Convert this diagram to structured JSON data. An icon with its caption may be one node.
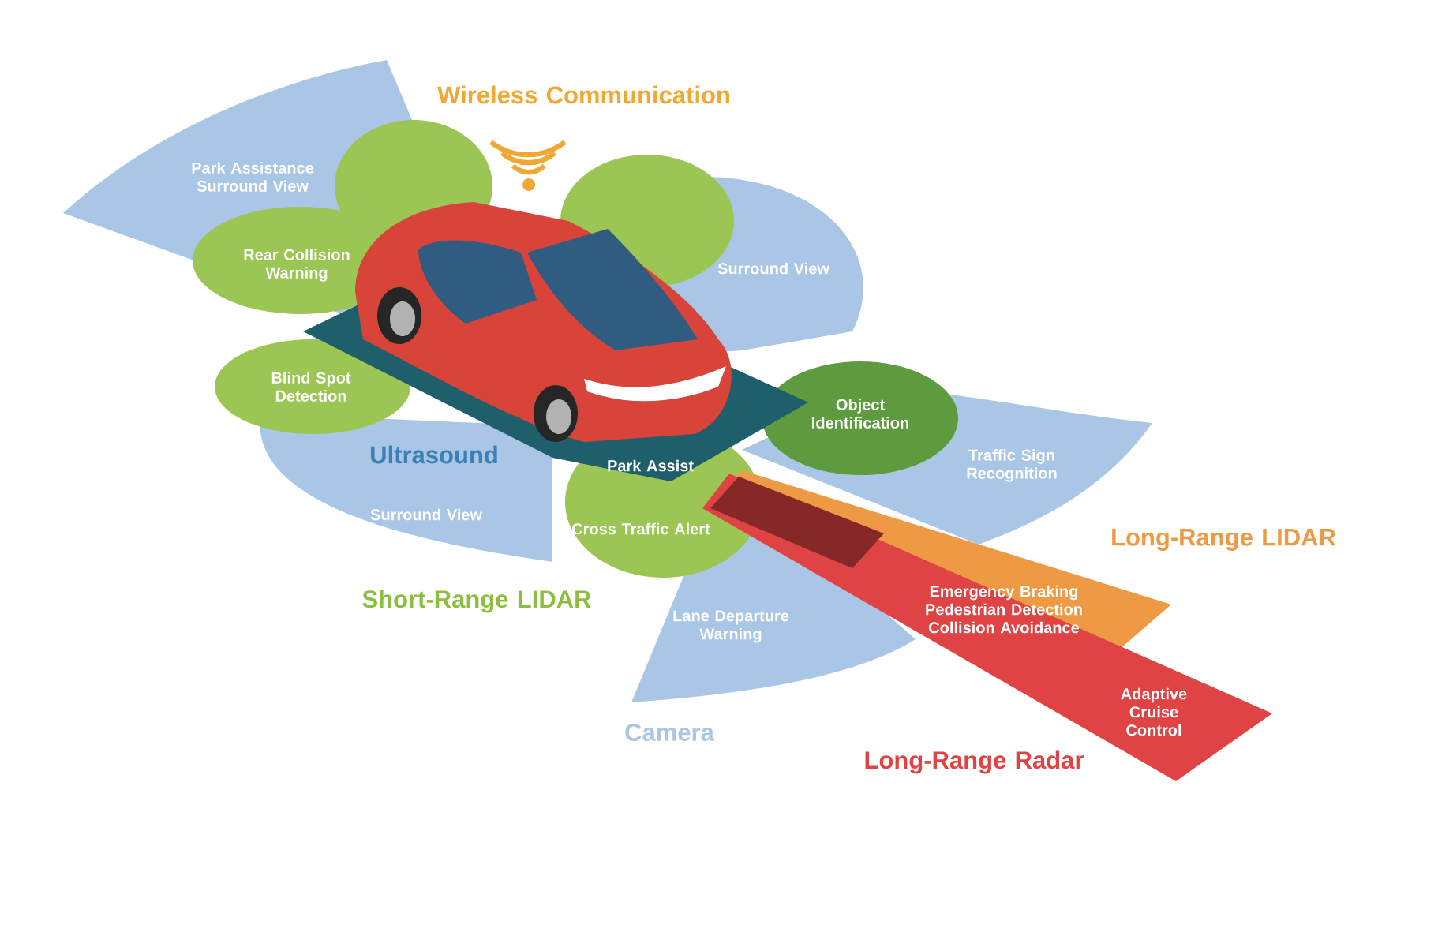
{
  "diagram": {
    "labels": [
      "Wireless Communication",
      "Park Assistance Surround View",
      "Rear Collision Warning",
      "Surround View",
      "Blind Spot Detection",
      "Object Identification",
      "Ultrasound",
      "Park Assist",
      "Traffic Sign Recognition",
      "Surround View",
      "Cross Traffic Alert",
      "Long-Range LIDAR",
      "Short-Range LIDAR",
      "Lane Departure Warning",
      "Emergency Braking Pedestrian Detection Collision Avoidance",
      "Adaptive Cruise Control",
      "Camera",
      "Long-Range Radar"
    ]
  }
}
